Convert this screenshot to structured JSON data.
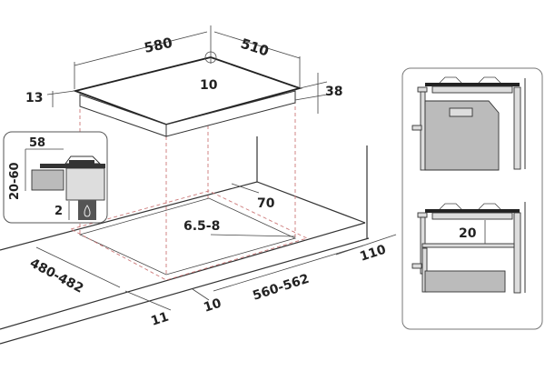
{
  "dimensions": {
    "hob_width": "580",
    "hob_depth": "510",
    "rear_clearance": "10",
    "hob_top_thickness": "13",
    "hob_body_height": "38",
    "cutout_width": "560-562",
    "cutout_depth": "480-482",
    "rear_edge_min": "70",
    "front_edge": "10",
    "front_offset": "11",
    "side_clearance": "110",
    "worktop_thickness": "6.5-8"
  },
  "inset_left": {
    "height_above": "58",
    "worktop_range": "20-60",
    "gas_gap": "2",
    "icon": "gas-flame-icon"
  },
  "inset_right": {
    "gap_to_shelf": "20"
  },
  "colors": {
    "line": "#333333",
    "dashed_red": "#cc7777",
    "fill_grey": "#bbbbbb"
  }
}
